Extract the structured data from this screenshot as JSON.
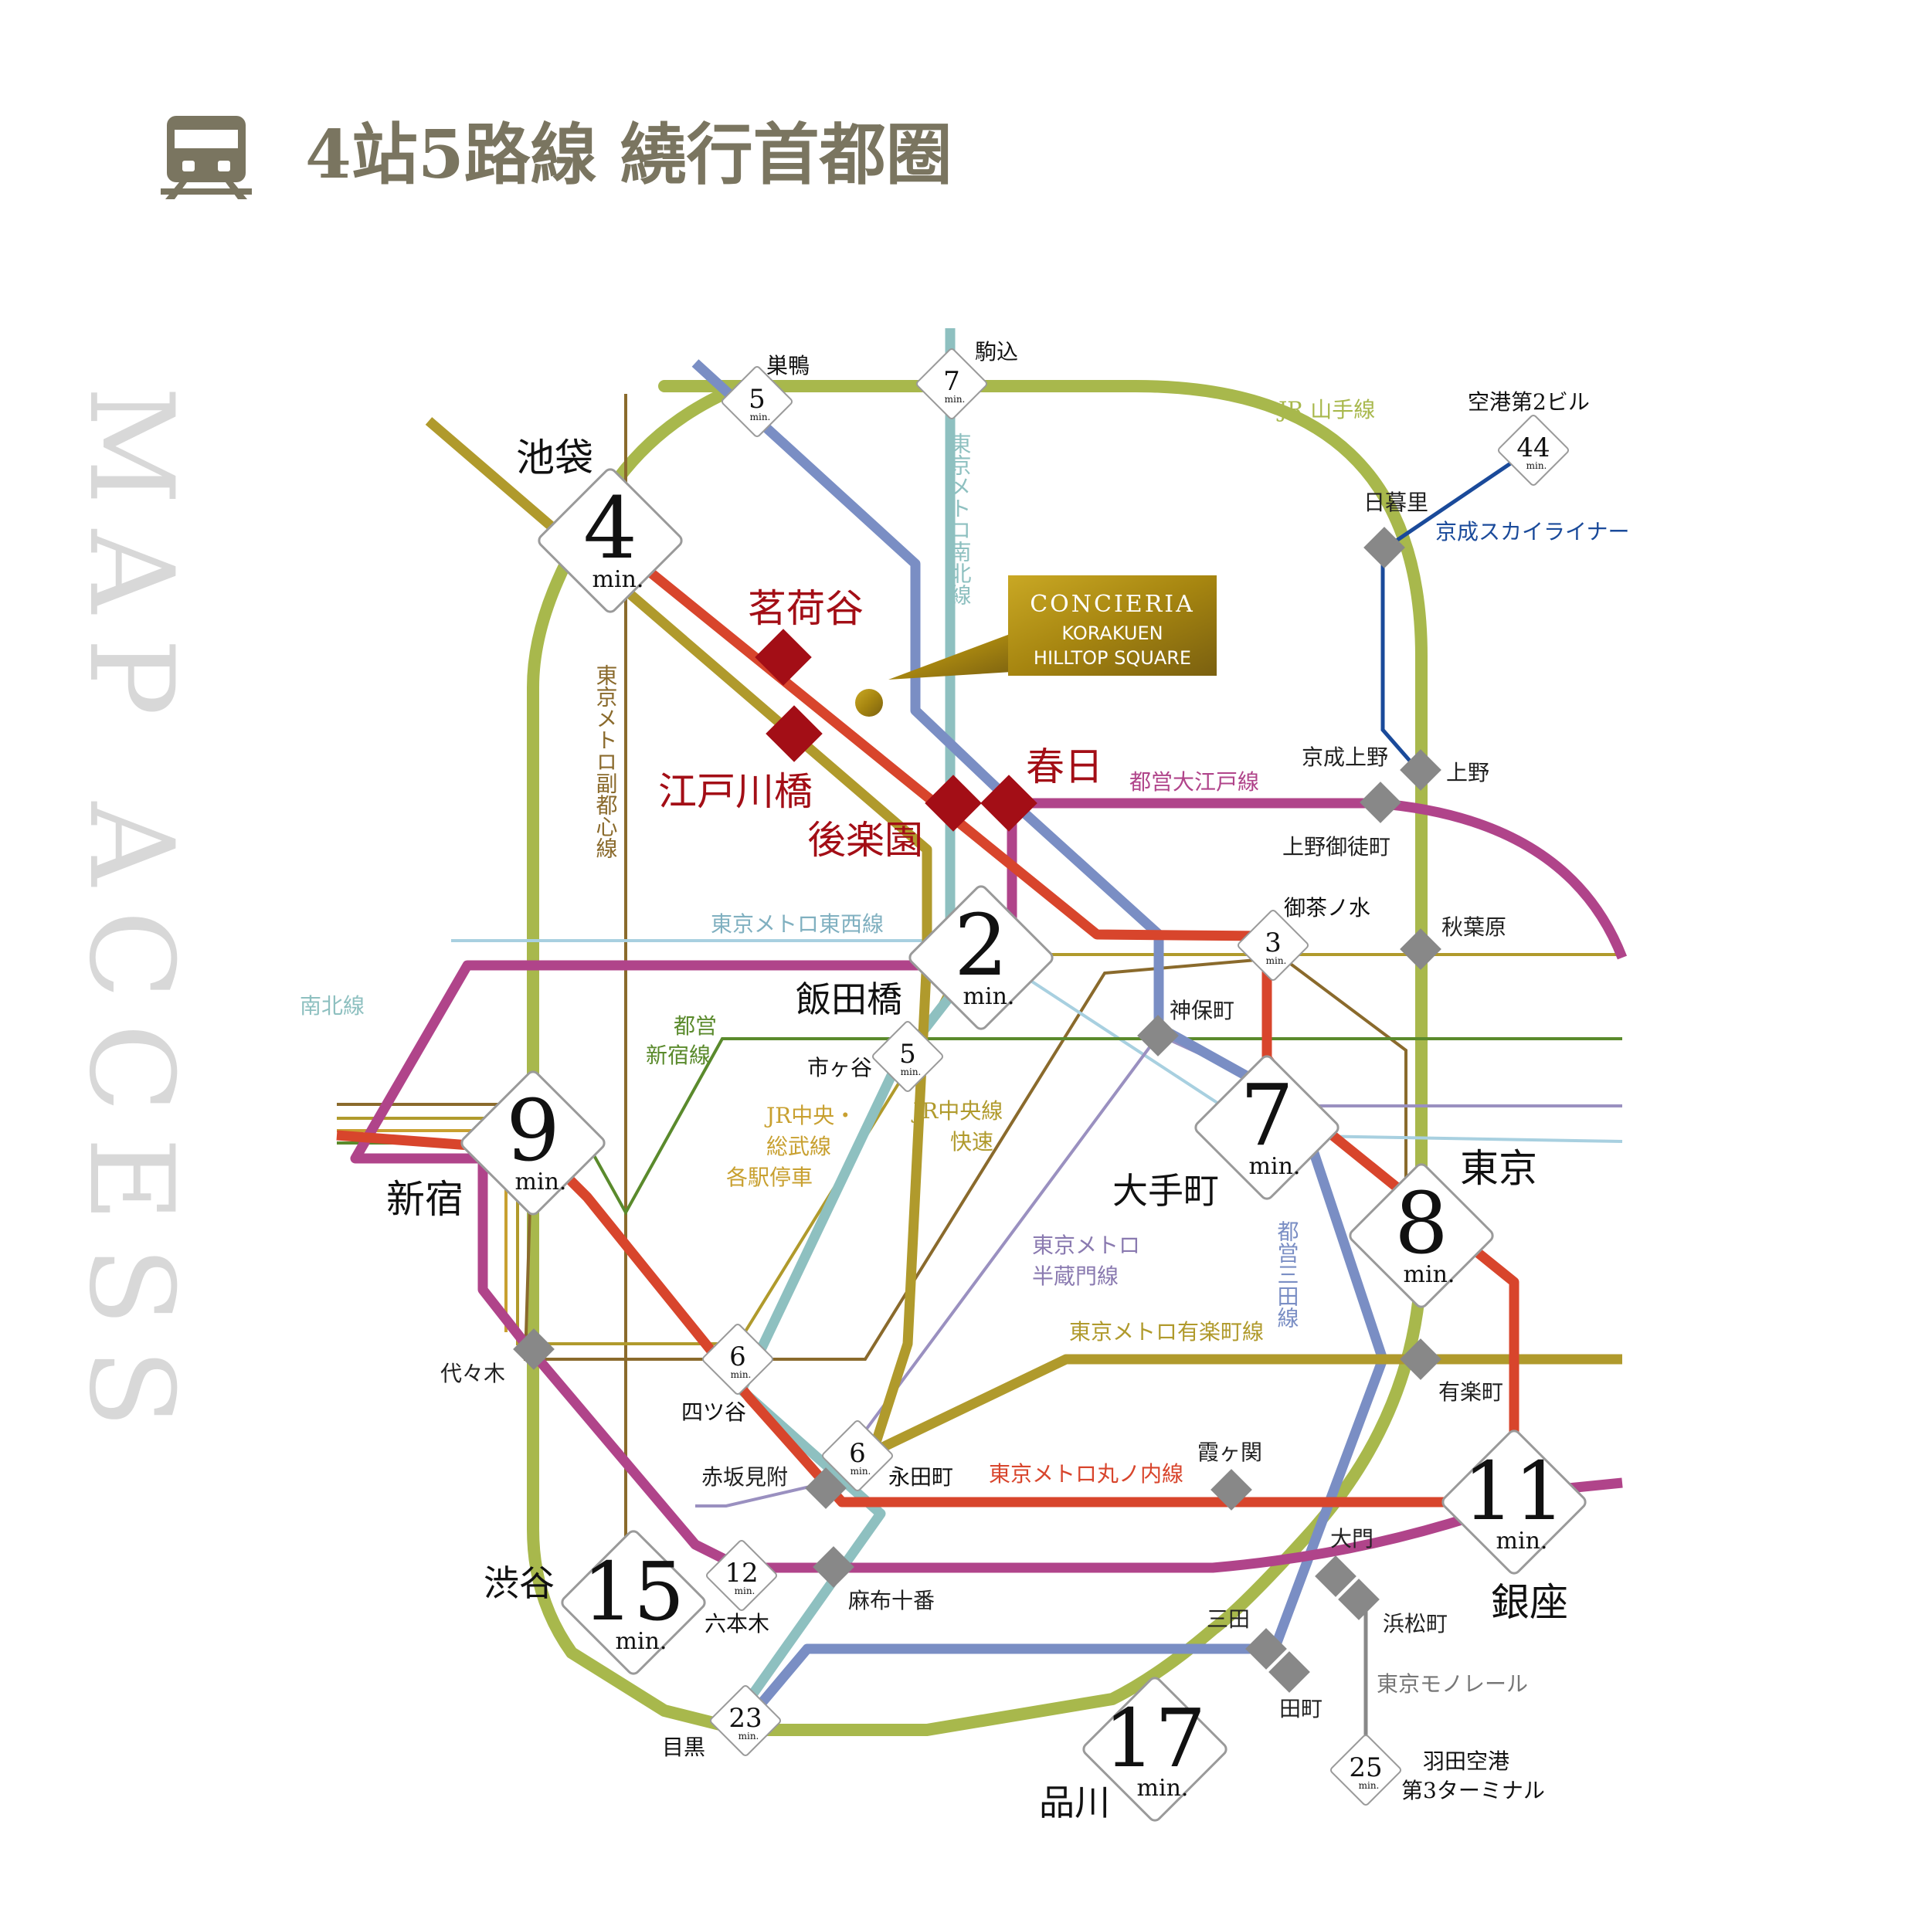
{
  "header": {
    "title": "4站5路線 繞行首都圈",
    "icon": "train-icon",
    "side_text": "MAP ACCESS"
  },
  "colors": {
    "title": "#7a7560",
    "yamanote": "#a8b84c",
    "marunouchi": "#d8452c",
    "yurakucho": "#b09a2c",
    "oedo": "#b0448a",
    "namboku": "#8ec0c0",
    "mita": "#7a8ec4",
    "fukutoshin": "#8a6a2c",
    "tozai": "#a8d0e0",
    "hanzomon": "#9a90c0",
    "shinjuku": "#5a8a2c",
    "chuo_sobu": "#c8a030",
    "skyliner": "#1a4a9a",
    "monorail": "#888888",
    "station": "#a30e16",
    "hub": "#888888"
  },
  "property": {
    "name": "CONCIERIA",
    "sub1": "KORAKUEN",
    "sub2": "HILLTOP SQUARE"
  },
  "home_stations": {
    "myogadani": "茗荷谷",
    "edogawabashi": "江戸川橋",
    "korakuen": "後楽園",
    "kasuga": "春日"
  },
  "minute_unit": "min.",
  "destinations": {
    "ikebukuro": {
      "name": "池袋",
      "min": "4"
    },
    "iidabashi": {
      "name": "飯田橋",
      "min": "2"
    },
    "shinjuku": {
      "name": "新宿",
      "min": "9"
    },
    "otemachi": {
      "name": "大手町",
      "min": "7"
    },
    "tokyo": {
      "name": "東京",
      "min": "8"
    },
    "ginza": {
      "name": "銀座",
      "min": "11"
    },
    "shibuya": {
      "name": "渋谷",
      "min": "15"
    },
    "shinagawa": {
      "name": "品川",
      "min": "17"
    },
    "sugamo": {
      "name": "巣鴨",
      "min": "5"
    },
    "komagome": {
      "name": "駒込",
      "min": "7"
    },
    "ochanomizu": {
      "name": "御茶ノ水",
      "min": "3"
    },
    "ichigaya": {
      "name": "市ヶ谷",
      "min": "5"
    },
    "yotsuya": {
      "name": "四ツ谷",
      "min": "6"
    },
    "nagatacho": {
      "name": "永田町",
      "min": "6"
    },
    "roppongi": {
      "name": "六本木",
      "min": "12"
    },
    "meguro": {
      "name": "目黒",
      "min": "23"
    },
    "airport2": {
      "name": "空港第2ビル",
      "min": "44"
    },
    "haneda3_line1": "羽田空港",
    "haneda3_line2": "第3ターミナル",
    "haneda3_min": "25"
  },
  "transfer_stations": {
    "nippori": "日暮里",
    "keisei_ueno": "京成上野",
    "ueno": "上野",
    "ueno_okachimachi": "上野御徒町",
    "akihabara": "秋葉原",
    "jimbocho": "神保町",
    "yoyogi": "代々木",
    "akasaka_mitsuke": "赤坂見附",
    "kasumigaseki": "霞ヶ関",
    "yurakucho": "有楽町",
    "azabu_juban": "麻布十番",
    "daimon": "大門",
    "hamamatsucho": "浜松町",
    "mita": "三田",
    "tamachi": "田町"
  },
  "line_labels": {
    "yamanote": "JR 山手線",
    "skyliner": "京成スカイライナー",
    "namboku_v": "東京メトロ南北線",
    "namboku": "南北線",
    "fukutoshin": "東京メトロ副都心線",
    "oedo": "都営大江戸線",
    "tozai": "東京メトロ東西線",
    "shinjuku_l1": "都営",
    "shinjuku_l2": "新宿線",
    "chuo_sobu_l1": "JR中央・",
    "chuo_sobu_l2": "総武線",
    "chuo_sobu_l3": "各駅停車",
    "chuo_rapid_l1": "JR中央線",
    "chuo_rapid_l2": "快速",
    "hanzomon_l1": "東京メトロ",
    "hanzomon_l2": "半蔵門線",
    "mita": "都営三田線",
    "yurakucho": "東京メトロ有楽町線",
    "marunouchi": "東京メトロ丸ノ内線",
    "monorail": "東京モノレール"
  }
}
